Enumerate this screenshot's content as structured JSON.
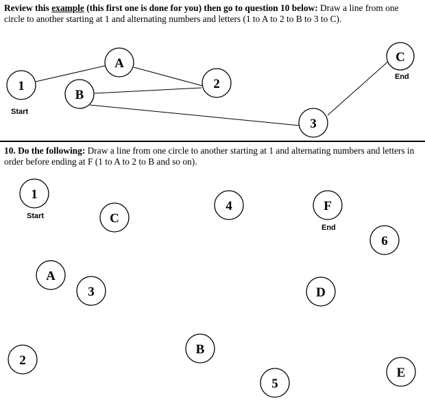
{
  "example": {
    "intro_bold": "Review this ",
    "intro_link": "example",
    "intro_bold2": " (this first one is done for you) then go to question 10 below:",
    "intro_rest": " Draw a line from one circle to another starting at 1 and alternating numbers and letters (1 to A to 2 to B to 3 to C).",
    "nodes": [
      {
        "id": "1",
        "label": "1"
      },
      {
        "id": "A",
        "label": "A"
      },
      {
        "id": "2",
        "label": "2"
      },
      {
        "id": "B",
        "label": "B"
      },
      {
        "id": "3",
        "label": "3"
      },
      {
        "id": "C",
        "label": "C"
      }
    ],
    "start_label": "Start",
    "end_label": "End"
  },
  "question": {
    "number_bold": "10.  Do the following:",
    "text": " Draw a line from one circle to another starting at 1 and alternating numbers and letters in order before ending at F (1 to A to 2 to B and so on).",
    "nodes": [
      {
        "id": "1",
        "label": "1"
      },
      {
        "id": "C",
        "label": "C"
      },
      {
        "id": "4",
        "label": "4"
      },
      {
        "id": "F",
        "label": "F"
      },
      {
        "id": "6",
        "label": "6"
      },
      {
        "id": "A",
        "label": "A"
      },
      {
        "id": "3",
        "label": "3"
      },
      {
        "id": "D",
        "label": "D"
      },
      {
        "id": "B",
        "label": "B"
      },
      {
        "id": "2",
        "label": "2"
      },
      {
        "id": "5",
        "label": "5"
      },
      {
        "id": "E",
        "label": "E"
      }
    ],
    "start_label": "Start",
    "end_label": "End"
  }
}
